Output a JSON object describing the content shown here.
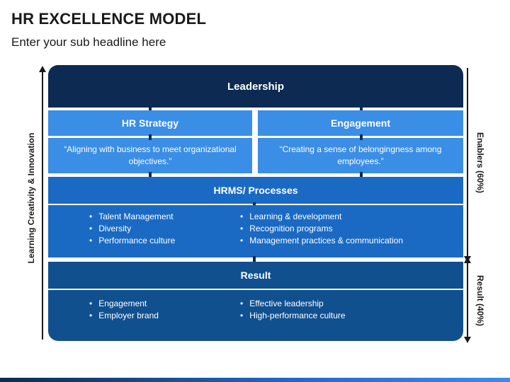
{
  "title": "HR EXCELLENCE MODEL",
  "subtitle": "Enter your sub headline here",
  "side_labels": {
    "left": "Learning Creativity & Innovation",
    "enablers": "Enablers (60%)",
    "result": "Result (40%)"
  },
  "leadership": {
    "label": "Leadership"
  },
  "hr_strategy": {
    "label": "HR Strategy",
    "quote": "“Aligning with business to meet organizational objectives.”"
  },
  "engagement": {
    "label": "Engagement",
    "quote": "“Creating a sense of belongingness among employees.”"
  },
  "hrms": {
    "label": "HRMS/ Processes",
    "col1": [
      "Talent Management",
      "Diversity",
      "Performance culture"
    ],
    "col2": [
      "Learning & development",
      "Recognition programs",
      "Management practices & communication"
    ]
  },
  "result": {
    "label": "Result",
    "col1": [
      "Engagement",
      "Employer brand"
    ],
    "col2": [
      "Effective leadership",
      "High-performance culture"
    ]
  },
  "colors": {
    "leadership": "#0c2a52",
    "light_blue": "#3a8ee6",
    "mid_blue": "#1a6ac4",
    "dark_blue": "#11508f"
  }
}
